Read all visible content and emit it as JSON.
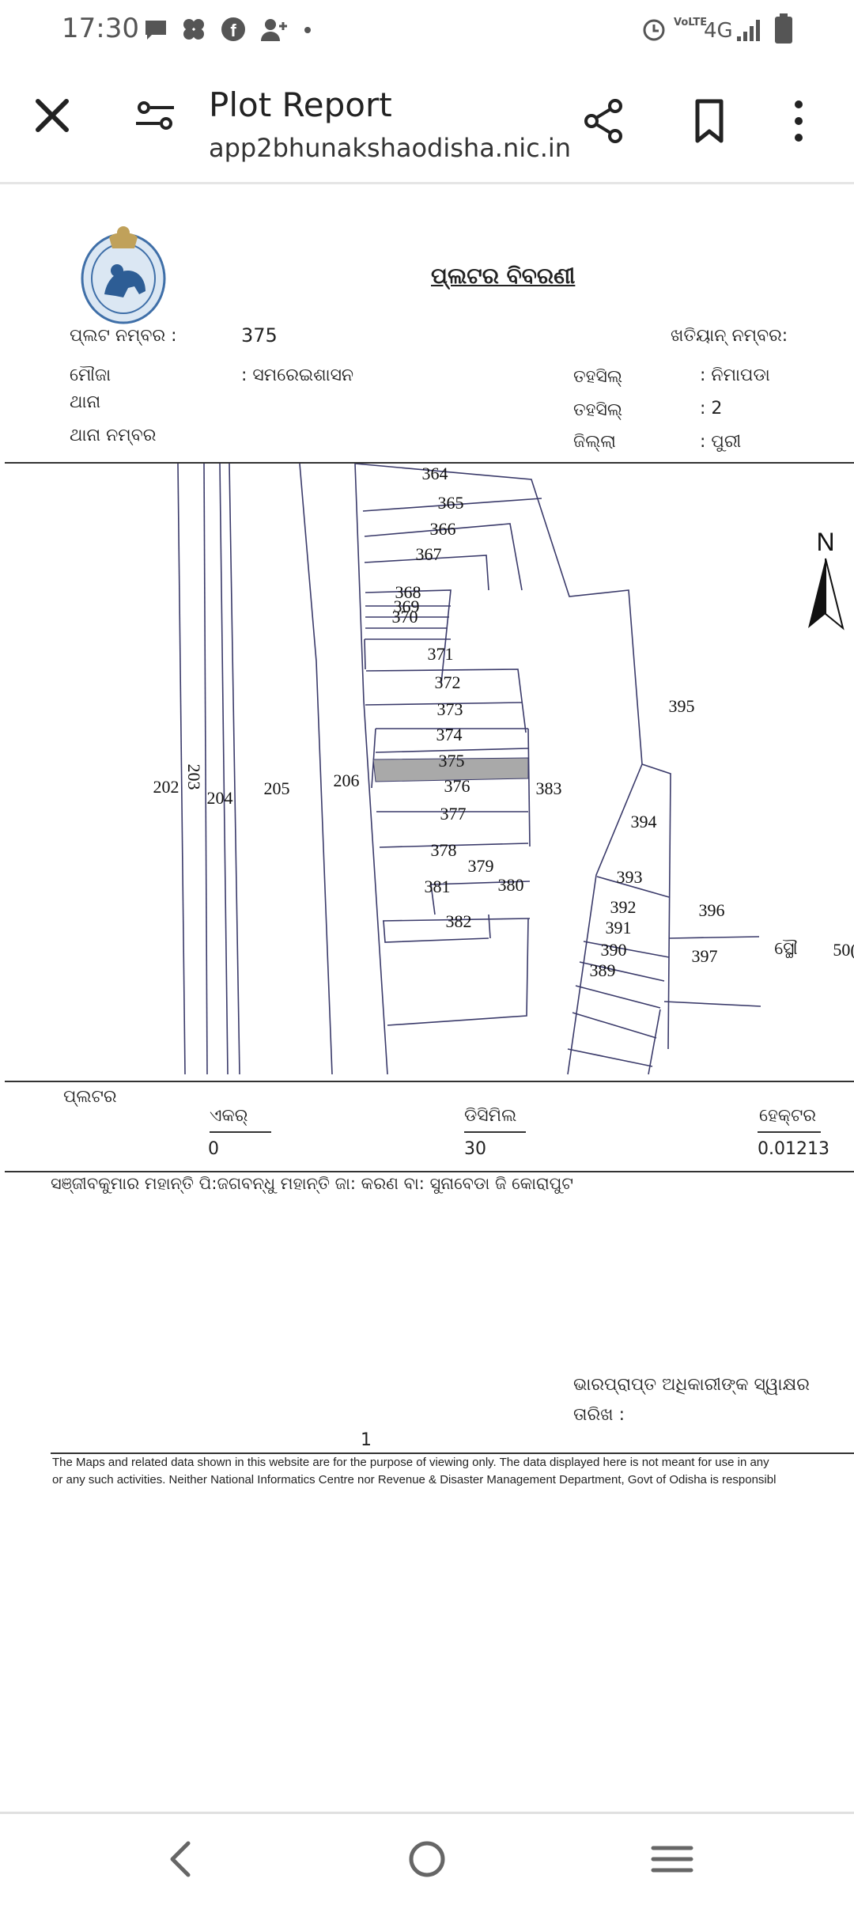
{
  "status_bar": {
    "time": "17:30",
    "network": "4G",
    "volte": "VoLTE"
  },
  "app_bar": {
    "title": "Plot Report",
    "url": "app2bhunakshaodisha.nic.in"
  },
  "report": {
    "heading": "ପ୍ଲଟର ବିବରଣୀ",
    "plot_no_label": "ପ୍ଲଟ ନମ୍ବର :",
    "plot_no_value": "375",
    "khatiyan_label": "ଖତିୟାନ୍ ନମ୍ବର:",
    "mouza_label": "ମୌଜା",
    "mouza_value": ": ସମରେଇଶାସନ",
    "thana_label": "ଥାନା",
    "thana_no_label": "ଥାନା ନମ୍ବର",
    "tahasil_label": "ତହସିଲ୍",
    "tahasil_value": ": ନିମାପଡା",
    "tahasil2_label": "ତହସିଲ୍",
    "tahasil2_value": ": 2",
    "district_label": "ଜିଲ୍ଲା",
    "district_value": ": ପୁରୀ",
    "compass_letter": "N",
    "area_section_label": "ପ୍ଲଟର",
    "acre_label": "ଏକର୍",
    "acre_value": "0",
    "decimal_label": "ଡିସିମିଲ",
    "decimal_value": "30",
    "hectare_label": "ହେକ୍ଟର",
    "hectare_value": "0.01213",
    "owner_line": "ସଞ୍ଜୀବକୁମାର ମହାନ୍ତି ପି:ଜଗବନ୍ଧୁ ମହାନ୍ତି ଜା: କରଣ ବା: ସୁନାବେଡା ଜି କୋରାପୁଟ",
    "signature_label": "ଭାରପ୍ରାପ୍ତ ଅଧିକାରୀଙ୍କ ସ୍ୱାକ୍ଷର",
    "date_label": "ତାରିଖ :",
    "page_number": "1",
    "disclaimer_line1": "The Maps and related data shown in this website are for the purpose of viewing only. The data displayed here is not meant for use in any",
    "disclaimer_line2": "or any such activities. Neither National Informatics Centre nor Revenue & Disaster Management Department, Govt of Odisha is responsibl"
  },
  "map": {
    "selected_plot": "375",
    "highlight_color": "#a9a9a9",
    "plot_labels": [
      "364",
      "365",
      "366",
      "367",
      "368",
      "369",
      "370",
      "371",
      "372",
      "373",
      "374",
      "375",
      "376",
      "377",
      "378",
      "379",
      "380",
      "381",
      "382",
      "383",
      "389",
      "390",
      "391",
      "392",
      "393",
      "394",
      "395",
      "396",
      "397",
      "202",
      "203",
      "204",
      "205",
      "206",
      "ସ୍ଥୌ",
      "50("
    ]
  }
}
